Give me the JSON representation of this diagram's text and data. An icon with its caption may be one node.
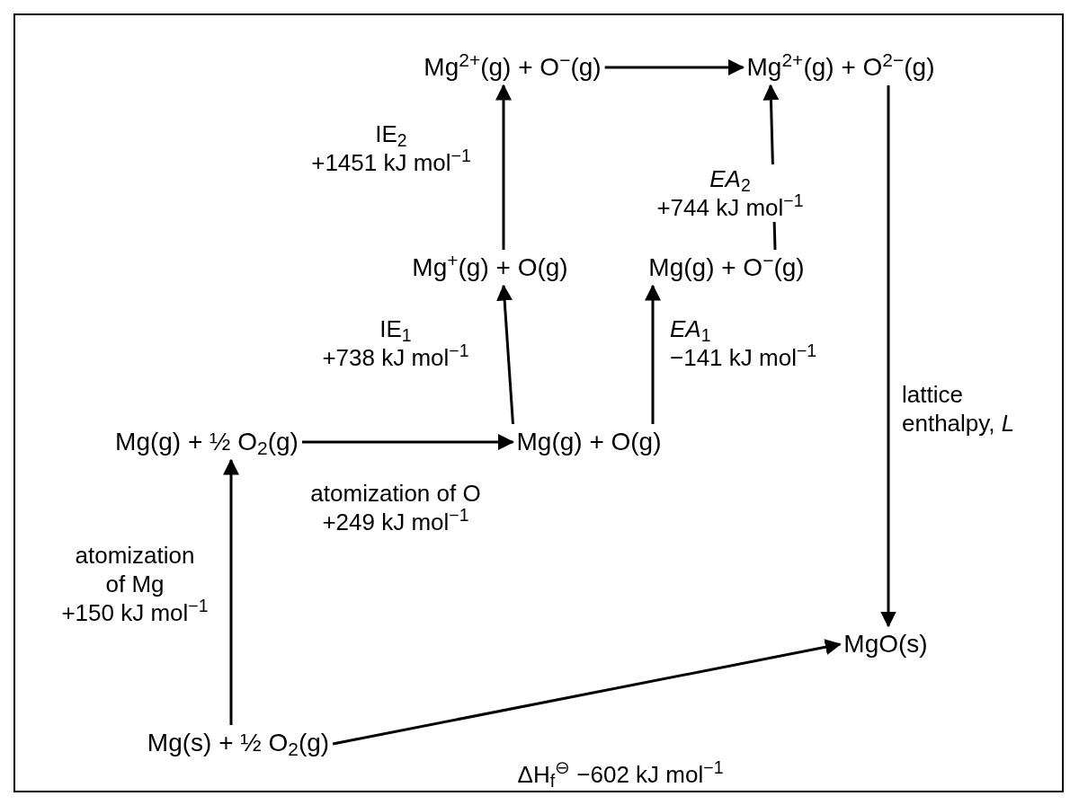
{
  "diagram": {
    "nodes": [
      {
        "text": [
          "Mg$^{2+}$(g) + O$^{−}$(g)"
        ]
      },
      {
        "text": [
          "Mg$^{2+}$(g) + O$^{2−}$(g)"
        ]
      },
      {
        "text": [
          "Mg$^{+}$(g) + O(g)"
        ]
      },
      {
        "text": [
          "Mg(g) + O$^{−}$(g)"
        ]
      },
      {
        "text": [
          "Mg(g) + ½ O$_{2}$(g)"
        ]
      },
      {
        "text": [
          "Mg(g) + O(g)"
        ]
      },
      {
        "text": [
          "MgO(s)"
        ]
      },
      {
        "text": [
          "Mg(s) + ½ O$_{2}$(g)"
        ]
      }
    ],
    "edges": [
      {
        "from": 0,
        "to": 1,
        "arrow": "to"
      },
      {
        "from": 2,
        "to": 0,
        "arrow": "to",
        "label": "IE$_{2}$ +1451 kJ mol$^{−1}$"
      },
      {
        "from": 3,
        "to": 1,
        "arrow": "to",
        "label": "*EA*$_{2}$ +744 kJ mol$^{−1}$"
      },
      {
        "from": 5,
        "to": 2,
        "arrow": "to",
        "label": "IE$_{1}$ +738 kJ mol$^{−1}$"
      },
      {
        "from": 5,
        "to": 3,
        "arrow": "to",
        "label": "*EA*$_{1}$ −141 kJ mol$^{−1}$"
      },
      {
        "from": 4,
        "to": 5,
        "arrow": "to",
        "label": "atomization of O +249 kJ mol$^{−1}$"
      },
      {
        "from": 7,
        "to": 4,
        "arrow": "to",
        "label": "atomization of Mg +150 kJ mol$^{−1}$"
      },
      {
        "from": 1,
        "to": 6,
        "arrow": "to",
        "label": "lattice enthalpy, *L*"
      },
      {
        "from": 7,
        "to": 6,
        "arrow": "to",
        "label": "ΔH$_{f}$$^{⊖}$ −602 kJ mol$^{−1}$"
      }
    ]
  }
}
